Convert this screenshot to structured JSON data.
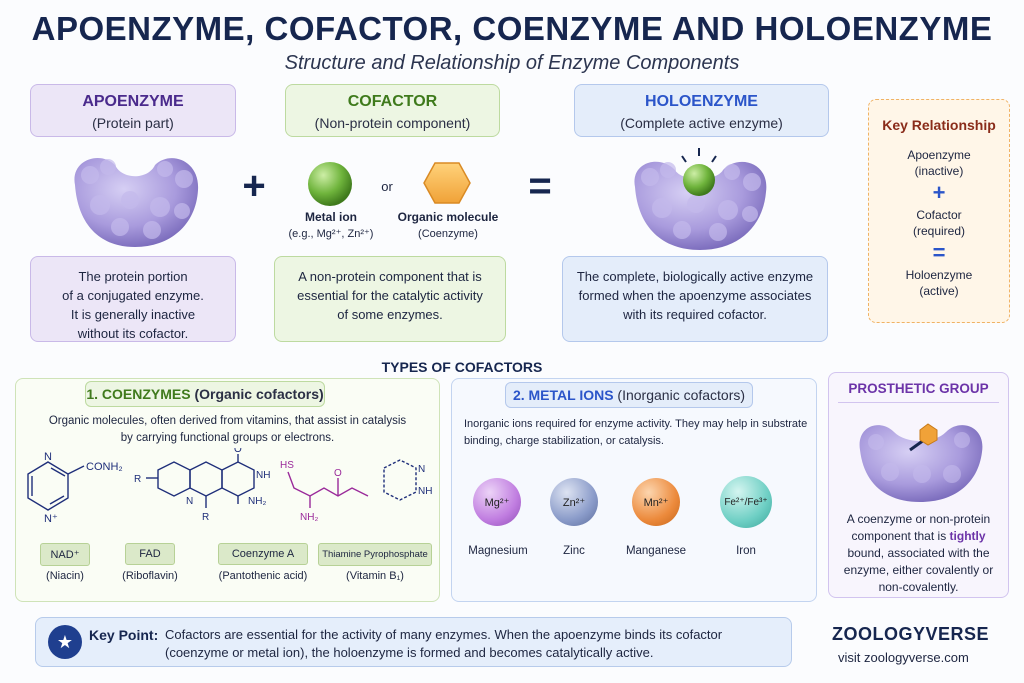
{
  "title": "APOENZYME, COFACTOR, COENZYME AND HOLOENZYME",
  "subtitle": "Structure and Relationship of Enzyme Components",
  "apoenzyme": {
    "heading": "APOENZYME",
    "sub": "(Protein part)",
    "desc": [
      "The protein portion",
      "of a conjugated enzyme.",
      "It is generally inactive",
      "without its cofactor."
    ]
  },
  "cofactor": {
    "heading": "COFACTOR",
    "sub": "(Non-protein component)",
    "metal_label": "Metal ion",
    "metal_example": "(e.g., Mg²⁺, Zn²⁺)",
    "or": "or",
    "organic_label": "Organic molecule",
    "organic_sub": "(Coenzyme)",
    "desc": [
      "A non-protein component that is",
      "essential for the catalytic activity",
      "of some enzymes."
    ]
  },
  "holoenzyme": {
    "heading": "HOLOENZYME",
    "sub": "(Complete active enzyme)",
    "desc": [
      "The complete, biologically active enzyme",
      "formed when the apoenzyme associates",
      "with its required cofactor."
    ]
  },
  "operators": {
    "plus": "+",
    "equals": "="
  },
  "key_relationship": {
    "title": "Key Relationship",
    "apo": "Apoenzyme",
    "apo_state": "(inactive)",
    "plus": "+",
    "cof": "Cofactor",
    "cof_state": "(required)",
    "equals": "=",
    "holo": "Holoenzyme",
    "holo_state": "(active)"
  },
  "types_heading": "TYPES OF COFACTORS",
  "coenzymes": {
    "heading_bold": "1. COENZYMES",
    "heading_rest": " (Organic cofactors)",
    "desc": [
      "Organic molecules, often derived from vitamins, that assist in catalysis",
      "by carrying functional groups or electrons."
    ],
    "molecules": [
      {
        "name": "NAD⁺",
        "source": "(Niacin)",
        "chip_color": "#dbe9c9"
      },
      {
        "name": "FAD",
        "source": "(Riboflavin)",
        "chip_color": "#dbe9c9"
      },
      {
        "name": "Coenzyme A",
        "source": "(Pantothenic acid)",
        "chip_color": "#dbe9c9"
      },
      {
        "name": "Thiamine Pyrophosphate",
        "source": "(Vitamin B₁)",
        "chip_color": "#dbe9c9"
      }
    ],
    "structure_text": {
      "nad_conh2": "CONH₂",
      "nad_n": "N",
      "nad_nplus": "N⁺",
      "fad_r1": "R",
      "fad_r2": "R",
      "fad_n": "N",
      "fad_o": "O",
      "fad_nh": "NH",
      "fad_nh2": "NH₂",
      "coa_hs": "HS",
      "coa_o": "O",
      "coa_nh2": "NH₂",
      "tpp_n": "N",
      "tpp_nh": "NH"
    }
  },
  "metal_ions": {
    "heading_bold": "2. METAL IONS",
    "heading_rest": " (Inorganic cofactors)",
    "desc": [
      "Inorganic ions required for enzyme activity. They may help in substrate",
      "binding, charge stabilization, or catalysis."
    ],
    "ions": [
      {
        "symbol": "Mg²⁺",
        "name": "Magnesium",
        "color": "#c07de0"
      },
      {
        "symbol": "Zn²⁺",
        "name": "Zinc",
        "color": "#8a9bc9"
      },
      {
        "symbol": "Mn²⁺",
        "name": "Manganese",
        "color": "#ec8a3c"
      },
      {
        "symbol": "Fe²⁺/Fe³⁺",
        "name": "Iron",
        "color": "#6ecfc4"
      }
    ]
  },
  "prosthetic": {
    "heading": "PROSTHETIC GROUP",
    "desc_pre": "A coenzyme or non-protein component that is ",
    "desc_em": "tightly",
    "desc_post": " bound, associated with the enzyme, either covalently or non-covalently."
  },
  "key_point": {
    "label": "Key Point:",
    "text1": "Cofactors are essential for the activity of many enzymes. When the apoenzyme binds its cofactor",
    "text2": "(coenzyme or metal ion), the holoenzyme is formed and becomes catalytically active."
  },
  "brand": "ZOOLOGYVERSE",
  "visit": "visit zoologyverse.com",
  "colors": {
    "navy": "#16264f",
    "apo_purple": "#a99bdd",
    "cof_green": "#6fb43c",
    "holo_blue": "#2b55c9",
    "accent_purple": "#6c33a8"
  }
}
